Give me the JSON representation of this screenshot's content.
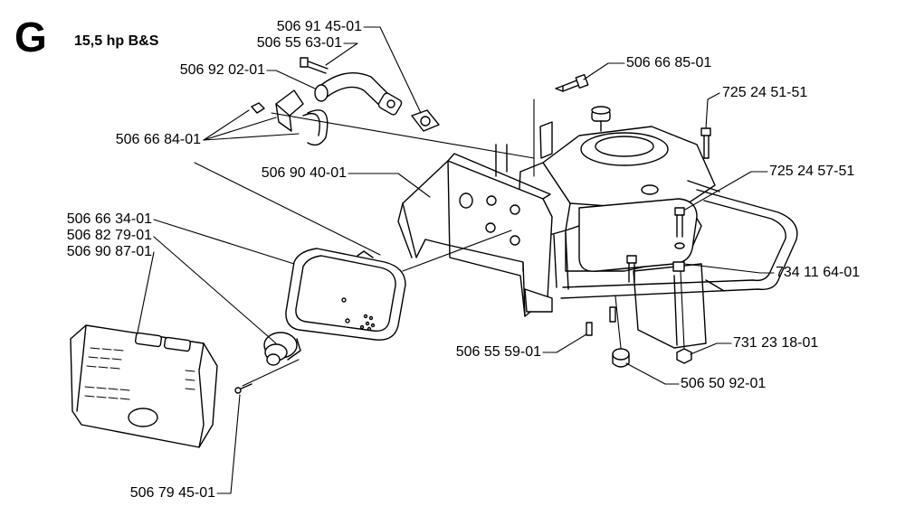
{
  "header": {
    "section_letter": "G",
    "title": "15,5 hp B&S"
  },
  "parts": [
    {
      "id": "p1",
      "number": "506 91 45-01"
    },
    {
      "id": "p2",
      "number": "506 55 63-01"
    },
    {
      "id": "p3",
      "number": "506 92 02-01"
    },
    {
      "id": "p4",
      "number": "506 66 84-01"
    },
    {
      "id": "p5",
      "number": "506 66 85-01"
    },
    {
      "id": "p6",
      "number": "725 24 51-51"
    },
    {
      "id": "p7",
      "number": "725 24 57-51"
    },
    {
      "id": "p8",
      "number": "506 90 40-01"
    },
    {
      "id": "p9",
      "number": "506 66 34-01"
    },
    {
      "id": "p10",
      "number": "506 82 79-01"
    },
    {
      "id": "p11",
      "number": "506 90 87-01"
    },
    {
      "id": "p12",
      "number": "734 11 64-01"
    },
    {
      "id": "p13",
      "number": "731 23 18-01"
    },
    {
      "id": "p14",
      "number": "506 55 59-01"
    },
    {
      "id": "p15",
      "number": "506 50 92-01"
    },
    {
      "id": "p16",
      "number": "506 79 45-01"
    }
  ]
}
